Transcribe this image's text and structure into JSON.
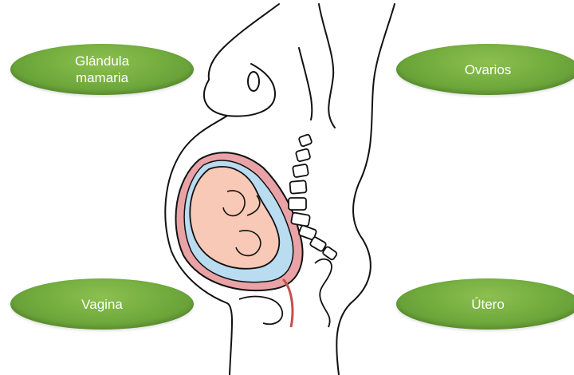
{
  "labels": {
    "glandula": "Glándula\nmamaria",
    "ovarios": "Ovarios",
    "vagina": "Vagina",
    "utero": "Útero"
  },
  "colors": {
    "pill_green": "#6fa93c",
    "skin": "#f7c9b6",
    "amniotic": "#b9dcf0",
    "uterus_wall": "#e9a3a6",
    "outline": "#111111"
  }
}
